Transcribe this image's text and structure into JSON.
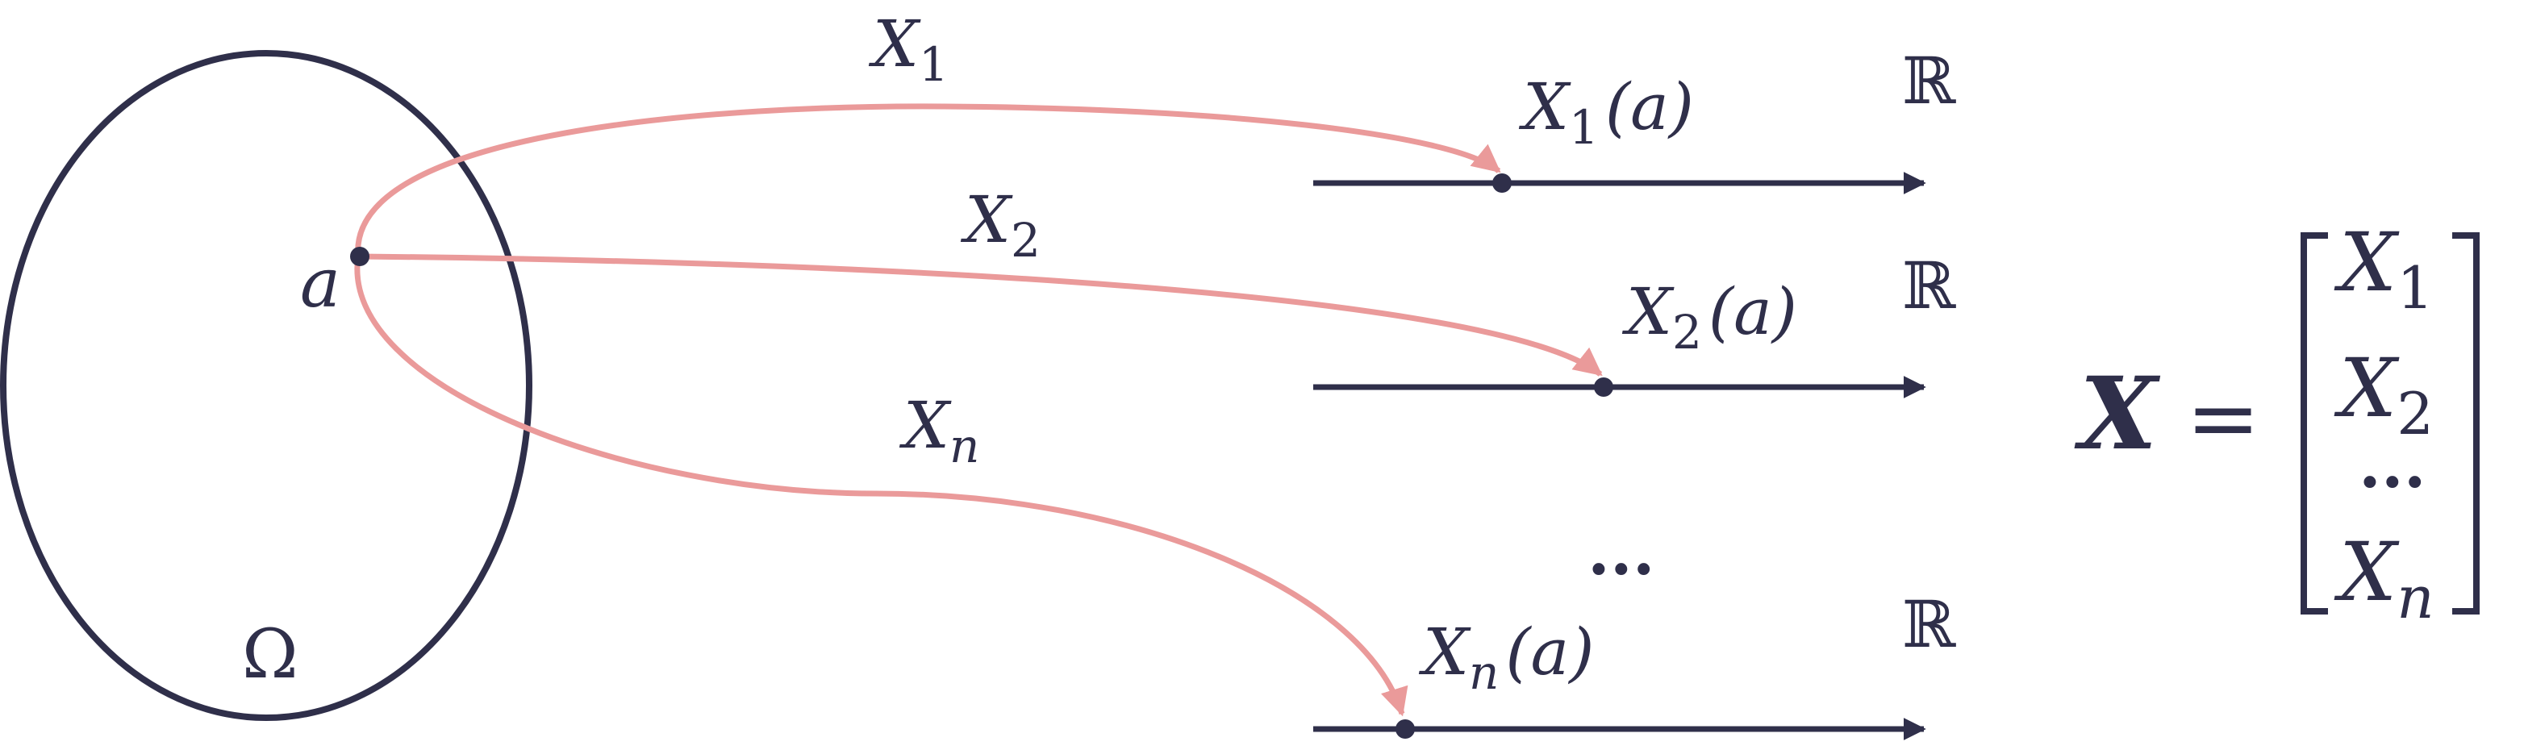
{
  "sample_space": {
    "symbol": "Ω",
    "point_label": "a"
  },
  "maps": [
    {
      "name": "X",
      "subscript": "1",
      "value_label": "(a)",
      "codomain": "ℝ"
    },
    {
      "name": "X",
      "subscript": "2",
      "value_label": "(a)",
      "codomain": "ℝ"
    },
    {
      "name": "X",
      "subscript": "n",
      "value_label": "(a)",
      "codomain": "ℝ"
    }
  ],
  "ellipsis": "...",
  "vector": {
    "lhs": "X",
    "equals": "=",
    "entries": [
      {
        "name": "X",
        "subscript": "1"
      },
      {
        "name": "X",
        "subscript": "2"
      },
      {
        "ellipsis": "..."
      },
      {
        "name": "X",
        "subscript": "n"
      }
    ]
  },
  "colors": {
    "ink": "#2f2f4a",
    "arrow": "#ea9a9a"
  }
}
